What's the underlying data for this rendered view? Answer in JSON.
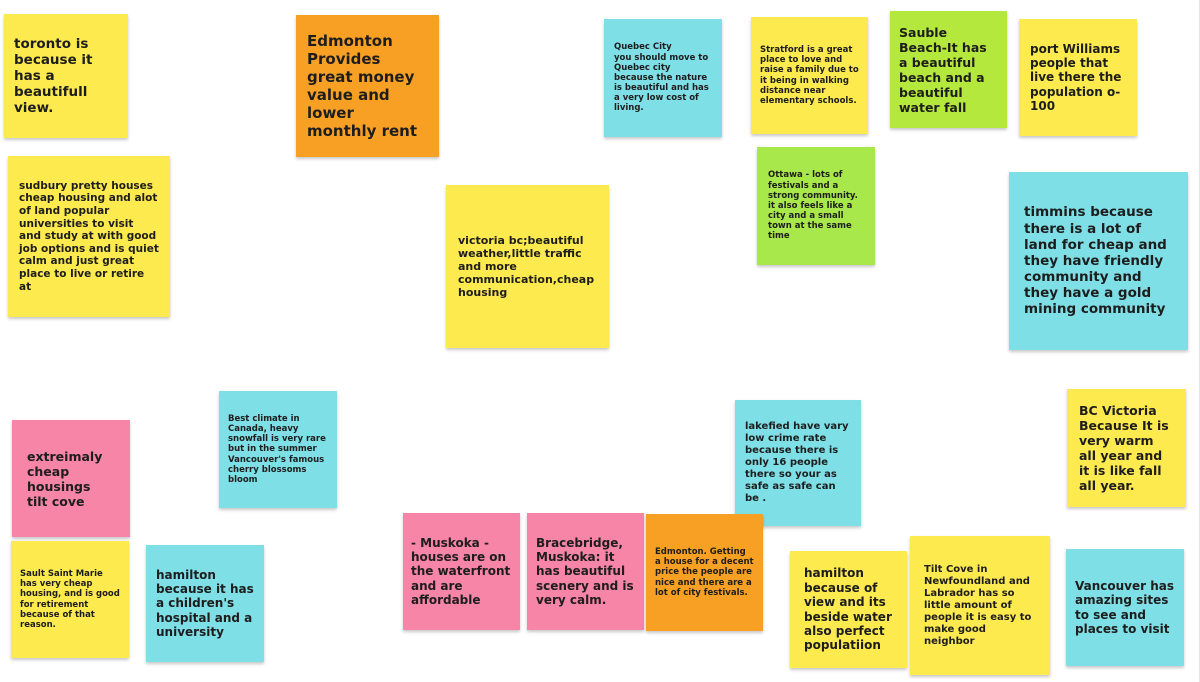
{
  "board": {
    "notes": [
      {
        "id": "toronto",
        "color": "yellow",
        "text": "toronto is because it has a beautifull view."
      },
      {
        "id": "edmonton-money",
        "color": "orange",
        "text": "Edmonton Provides great money value and lower monthly rent"
      },
      {
        "id": "quebec-city",
        "color": "cyan",
        "text": "Quebec City\nyou should move to Quebec city because the nature is beautiful and has a very low cost of living."
      },
      {
        "id": "stratford",
        "color": "yellow",
        "text": "Stratford is a great place to love and raise a family due to it being in walking distance near elementary schools."
      },
      {
        "id": "sauble-beach",
        "color": "green",
        "text": "Sauble Beach-It has a beautiful beach and a beautiful water fall"
      },
      {
        "id": "port-williams",
        "color": "yellow",
        "text": "port Williams people that live there the population o-100"
      },
      {
        "id": "sudbury",
        "color": "yellow",
        "text": "sudbury pretty houses cheap housing and alot of land popular universities to visit and study at with good job options and is quiet calm and just great place to live or retire at"
      },
      {
        "id": "victoria-bc",
        "color": "yellow",
        "text": "victoria bc;beautiful weather,little traffic and more communication,cheap housing"
      },
      {
        "id": "ottawa",
        "color": "lime",
        "text": "Ottawa - lots of festivals and a strong community. it also feels like a city and a small town at the same time"
      },
      {
        "id": "timmins",
        "color": "cyan",
        "text": "timmins because there is a lot of land for cheap and they have friendly community and they have a gold mining community"
      },
      {
        "id": "tilt-cove-cheap",
        "color": "pink",
        "text": "extreimaly cheap housings tilt cove"
      },
      {
        "id": "best-climate",
        "color": "cyan",
        "text": "Best climate in Canada, heavy snowfall is very rare but in the summer Vancouver's famous cherry blossoms bloom"
      },
      {
        "id": "lakefied",
        "color": "cyan",
        "text": "lakefied have vary low crime rate because there is only 16 people there so your as safe as safe can be ."
      },
      {
        "id": "bc-victoria",
        "color": "yellow",
        "text": "BC Victoria Because It is very warm all year and it is like fall all year."
      },
      {
        "id": "sault-saint-marie",
        "color": "yellow",
        "text": "Sault Saint Marie has very cheap housing, and is good for retirement because of that reason."
      },
      {
        "id": "hamilton-hospital",
        "color": "cyan",
        "text": "hamilton because it has a children's hospital and a university"
      },
      {
        "id": "muskoka",
        "color": "pink",
        "text": "- Muskoka - houses are on the waterfront and are affordable"
      },
      {
        "id": "bracebridge",
        "color": "pink",
        "text": "Bracebridge, Muskoka: it has beautiful scenery and is very calm."
      },
      {
        "id": "edmonton-house",
        "color": "orange",
        "text": "Edmonton. Getting a house for a decent price the people are nice and there are a lot of city festivals."
      },
      {
        "id": "hamilton-view",
        "color": "yellow",
        "text": "hamilton because of view and its beside water also perfect populatiion"
      },
      {
        "id": "tilt-cove-nl",
        "color": "yellow",
        "text": "Tilt Cove in Newfoundland and Labrador has so little amount of people it is easy to make good neighbor"
      },
      {
        "id": "vancouver",
        "color": "cyan",
        "text": "Vancouver has amazing sites to see and places to visit"
      }
    ]
  }
}
